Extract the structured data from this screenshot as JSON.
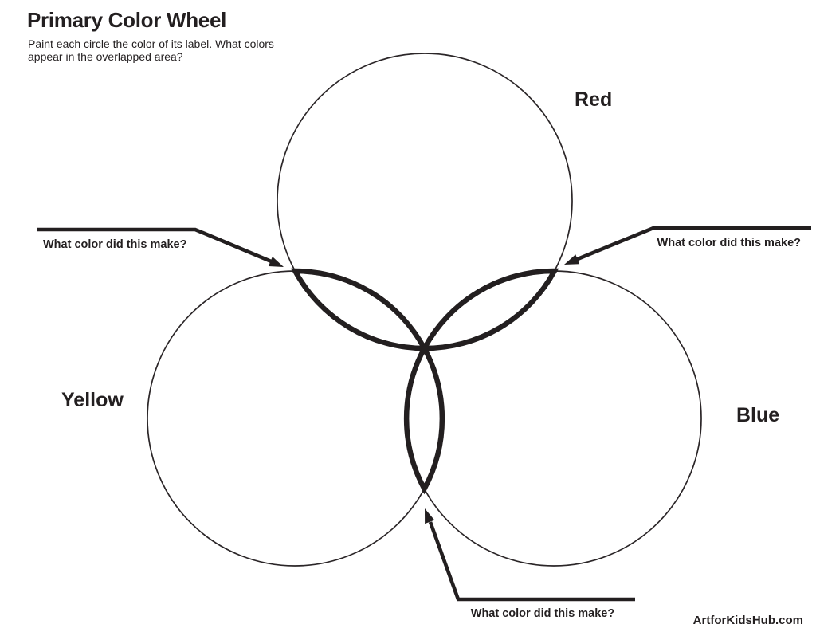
{
  "page": {
    "title": "Primary Color Wheel",
    "instructions_lines": [
      "Paint each circle the color of its label. What colors",
      "appear in the overlapped area?"
    ],
    "footer": "ArtforKidsHub.com"
  },
  "diagram": {
    "type": "venn-color-wheel",
    "ink_color": "#231f20",
    "circles": [
      {
        "label": "Red",
        "position": "top"
      },
      {
        "label": "Yellow",
        "position": "bottom-left"
      },
      {
        "label": "Blue",
        "position": "bottom-right"
      }
    ],
    "callouts": [
      {
        "label": "What color did this make?",
        "position": "left",
        "points_to": "red-yellow-overlap"
      },
      {
        "label": "What color did this make?",
        "position": "right",
        "points_to": "red-blue-overlap"
      },
      {
        "label": "What color did this make?",
        "position": "bottom",
        "points_to": "yellow-blue-overlap"
      }
    ]
  }
}
